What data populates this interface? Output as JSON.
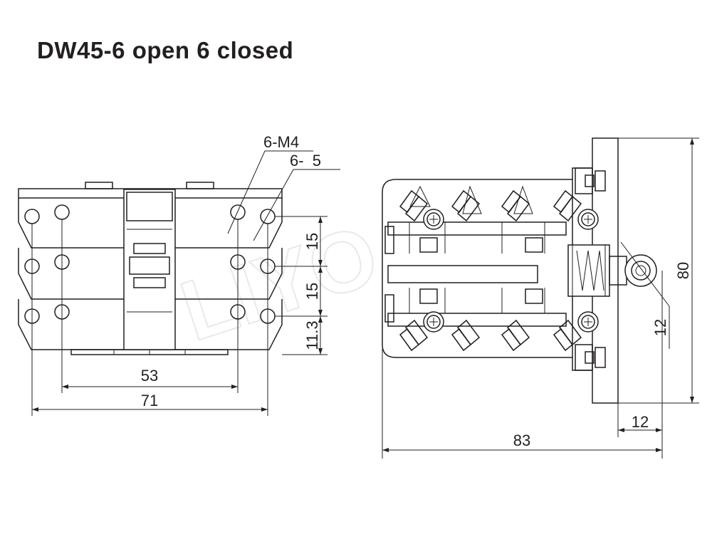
{
  "title": "DW45-6 open 6 closed",
  "colors": {
    "line": "#231f20",
    "background": "#ffffff",
    "watermark": "#e9e9e9"
  },
  "front_view": {
    "dimensions": {
      "inner_width": "53",
      "outer_width": "71",
      "row_pitch_1": "15",
      "row_pitch_2": "15",
      "bottom_offset": "11.3"
    },
    "callouts": {
      "thread": "6-M4",
      "hole": "6-  5"
    }
  },
  "side_view": {
    "dimensions": {
      "height": "80",
      "length": "83",
      "roller_offset": "12",
      "roller_diameter": "12"
    }
  }
}
